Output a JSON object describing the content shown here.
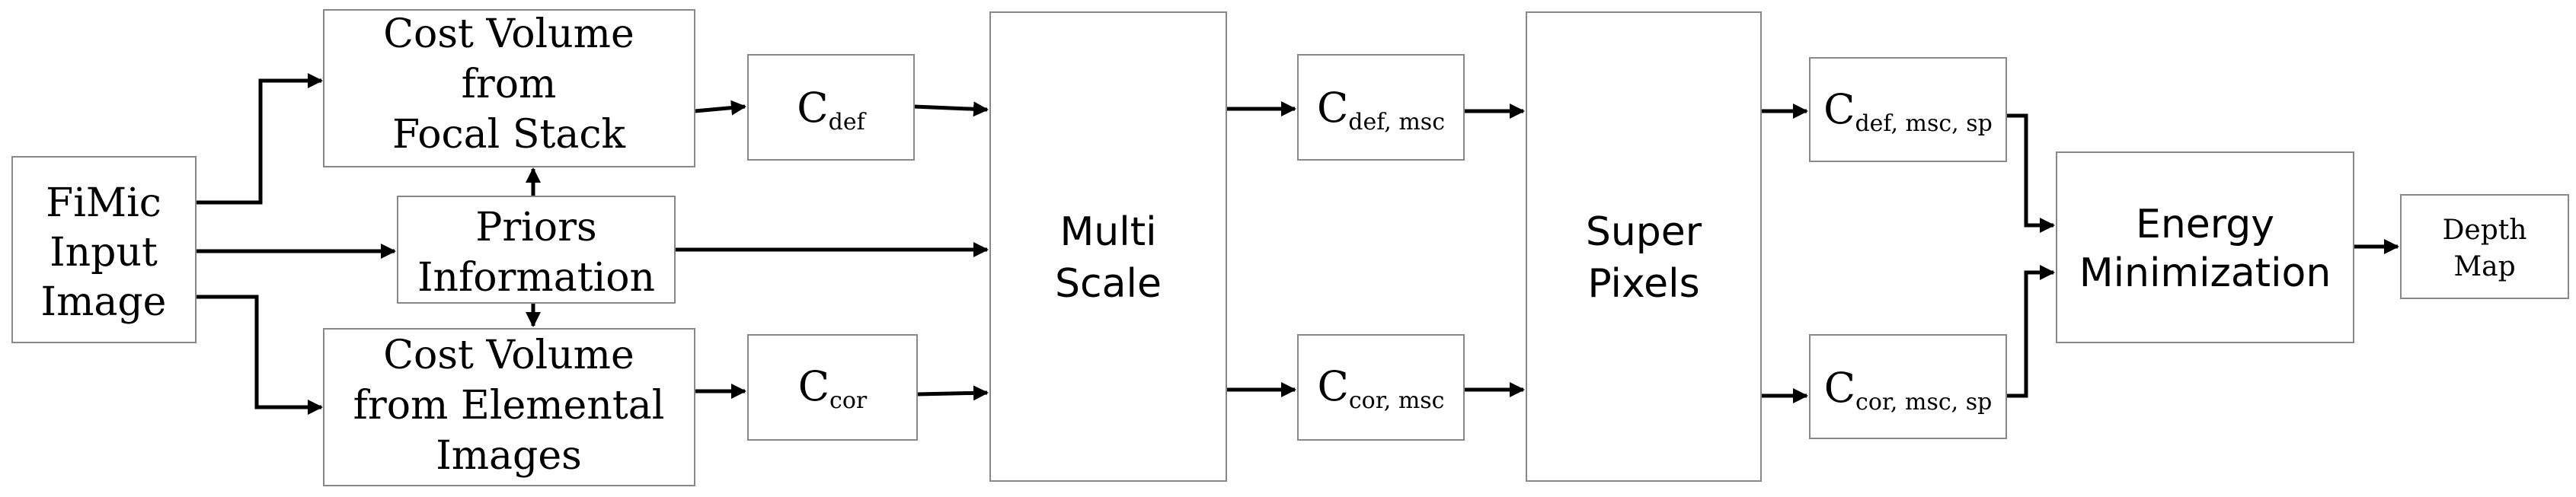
{
  "nodes": {
    "input": {
      "lines": [
        "FiMic",
        "Input",
        "Image"
      ]
    },
    "cv_focal": {
      "lines": [
        "Cost Volume",
        "from",
        "Focal Stack"
      ]
    },
    "priors": {
      "lines": [
        "Priors",
        "Information"
      ]
    },
    "cv_elemental": {
      "lines": [
        "Cost Volume",
        "from Elemental",
        "Images"
      ]
    },
    "c_def": {
      "main": "C",
      "sub": "def"
    },
    "c_cor": {
      "main": "C",
      "sub": "cor"
    },
    "multiscale": {
      "lines": [
        "Multi",
        "Scale"
      ]
    },
    "c_def_msc": {
      "main": "C",
      "sub": "def, msc"
    },
    "c_cor_msc": {
      "main": "C",
      "sub": "cor, msc"
    },
    "superpixels": {
      "lines": [
        "Super",
        "Pixels"
      ]
    },
    "c_def_msc_sp": {
      "main": "C",
      "sub": "def, msc, sp"
    },
    "c_cor_msc_sp": {
      "main": "C",
      "sub": "cor, msc, sp"
    },
    "energy": {
      "lines": [
        "Energy",
        "Minimization"
      ]
    },
    "depth": {
      "lines": [
        "Depth",
        "Map"
      ]
    }
  }
}
